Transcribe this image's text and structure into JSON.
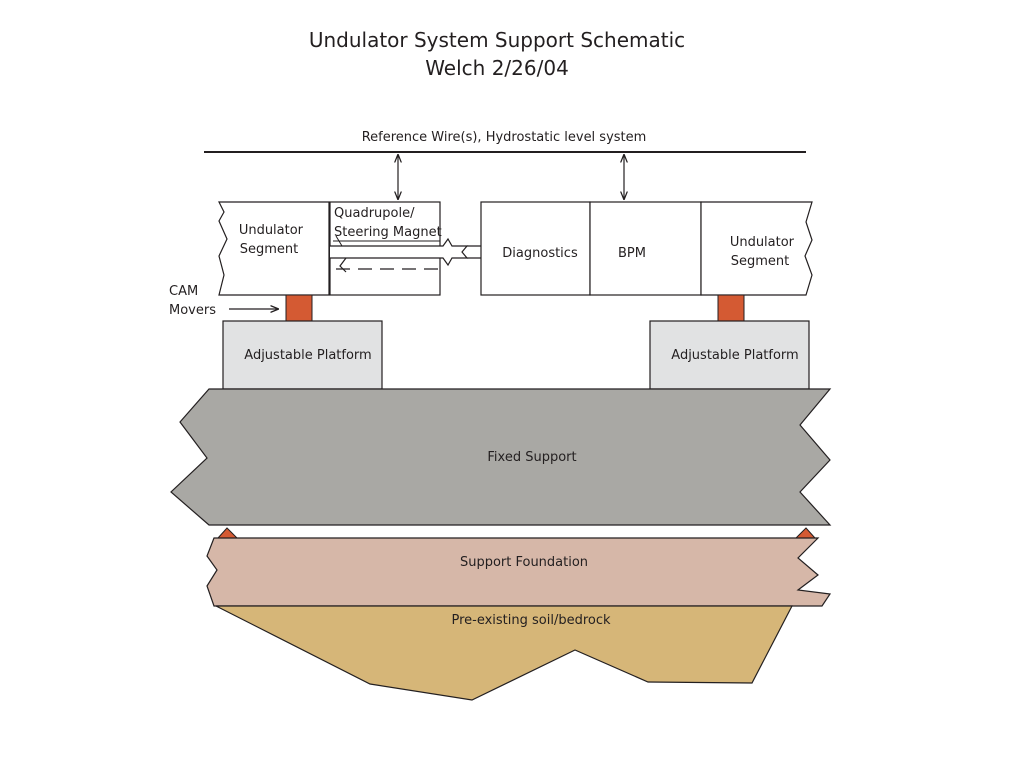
{
  "title": "Undulator System Support Schematic",
  "subtitle": "Welch 2/26/04",
  "reference_line_label": "Reference Wire(s), Hydrostatic level system",
  "components": {
    "undulator_segment_left": [
      "Undulator",
      "Segment"
    ],
    "quadrupole": [
      "Quadrupole/",
      "Steering Magnet"
    ],
    "diagnostics": "Diagnostics",
    "bpm": "BPM",
    "undulator_segment_right": [
      "Undulator",
      "Segment"
    ],
    "cam_movers": [
      "CAM",
      "Movers"
    ],
    "adjustable_platform_left": "Adjustable Platform",
    "adjustable_platform_right": "Adjustable Platform",
    "fixed_support": "Fixed Support",
    "support_foundation": "Support Foundation",
    "soil": "Pre-existing soil/bedrock"
  },
  "colors": {
    "cam_mover": "#d45a33",
    "platform": "#e1e2e3",
    "fixed_support": "#a9a8a4",
    "foundation": "#d6b7a8",
    "soil": "#d6b678",
    "stroke": "#231f20"
  }
}
